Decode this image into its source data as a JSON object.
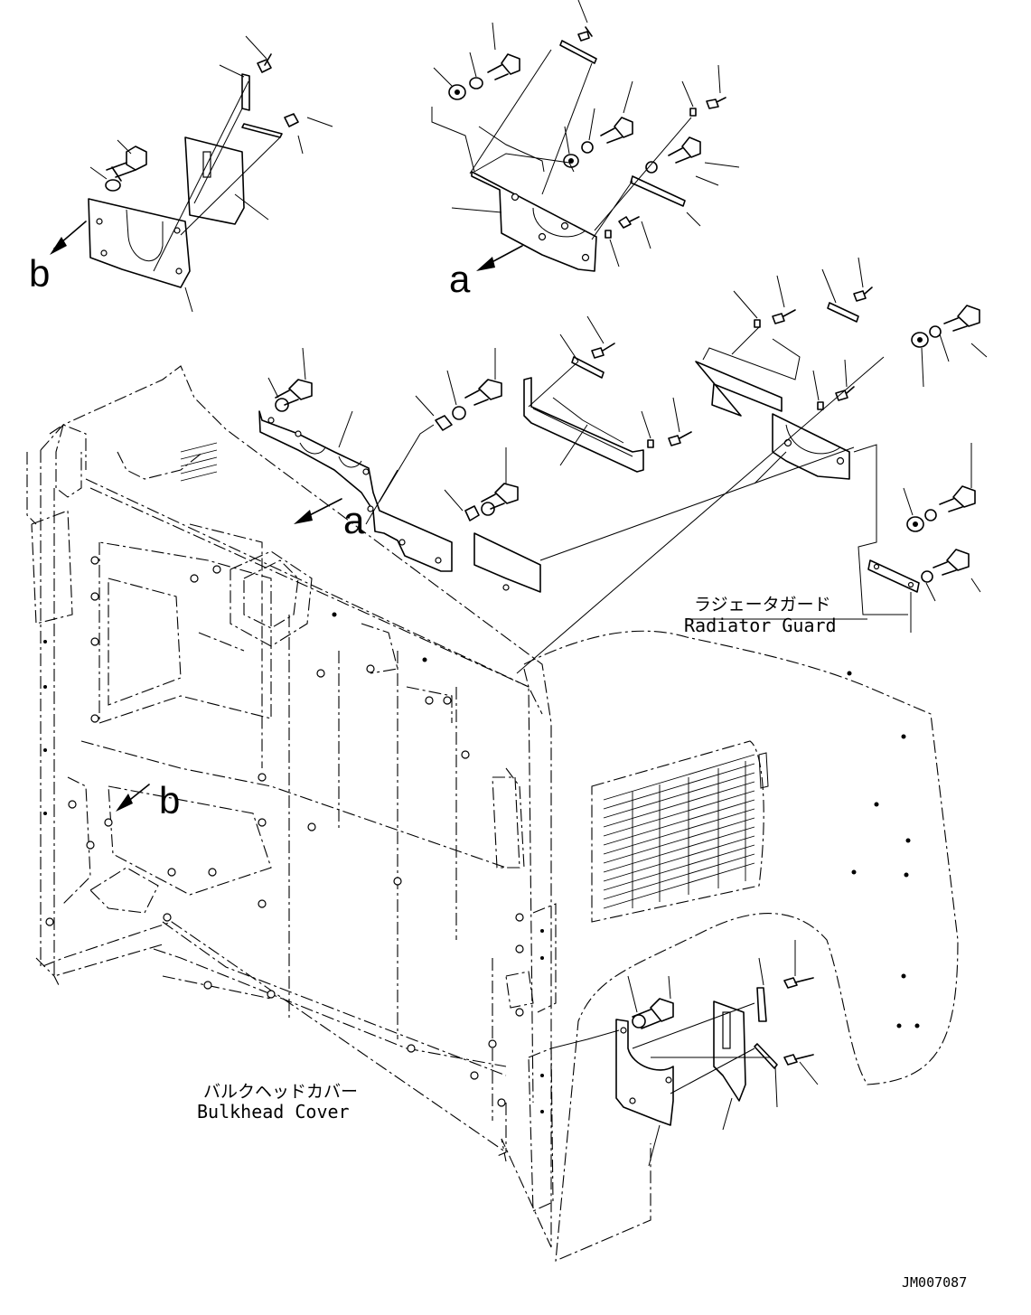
{
  "view_letters": {
    "a_top": "a",
    "a_mid": "a",
    "b_top": "b",
    "b_mid": "b"
  },
  "labels": {
    "radiator_guard_jp": "ラジェータガード",
    "radiator_guard_en": "Radiator Guard",
    "bulkhead_cover_jp": "バルクヘッドカバー",
    "bulkhead_cover_en": "Bulkhead Cover"
  },
  "drawing_number": "JM007087"
}
